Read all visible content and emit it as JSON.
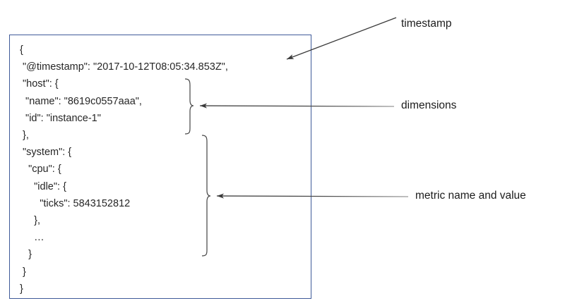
{
  "document": {
    "type": "annotated-json-diagram",
    "border_color": "#3f5a99",
    "text_color": "#262626",
    "annotation_color": "#2b2b2b",
    "background": "#ffffff"
  },
  "json_block": {
    "language": "json",
    "code": "{\n \"@timestamp\": \"2017-10-12T08:05:34.853Z\",\n \"host\": {\n  \"name\": \"8619c0557aaa\",\n  \"id\": \"instance-1\"\n },\n \"system\": {\n   \"cpu\": {\n     \"idle\": {\n       \"ticks\": 5843152812\n     },\n     …\n   }\n }\n}",
    "lines": [
      "{",
      " \"@timestamp\": \"2017-10-12T08:05:34.853Z\",",
      " \"host\": {",
      "  \"name\": \"8619c0557aaa\",",
      "  \"id\": \"instance-1\"",
      " },",
      " \"system\": {",
      "   \"cpu\": {",
      "     \"idle\": {",
      "       \"ticks\": 5843152812",
      "     },",
      "     …",
      "   }",
      " }",
      "}"
    ],
    "fields": {
      "timestamp_key": "@timestamp",
      "timestamp_value": "2017-10-12T08:05:34.853Z",
      "host_name_key": "name",
      "host_name_value": "8619c0557aaa",
      "host_id_key": "id",
      "host_id_value": "instance-1",
      "metric_path": "system.cpu.idle.ticks",
      "metric_value": "5843152812",
      "ellipsis": "…"
    }
  },
  "annotations": [
    {
      "id": "timestamp",
      "label": "timestamp",
      "marker": "arrow",
      "points_to": "@timestamp line"
    },
    {
      "id": "dimensions",
      "label": "dimensions",
      "marker": "brace-and-arrow",
      "points_to": "host block (name, id)"
    },
    {
      "id": "metric",
      "label": "metric name and value",
      "marker": "brace-and-arrow",
      "points_to": "system.cpu.idle.ticks block"
    }
  ]
}
